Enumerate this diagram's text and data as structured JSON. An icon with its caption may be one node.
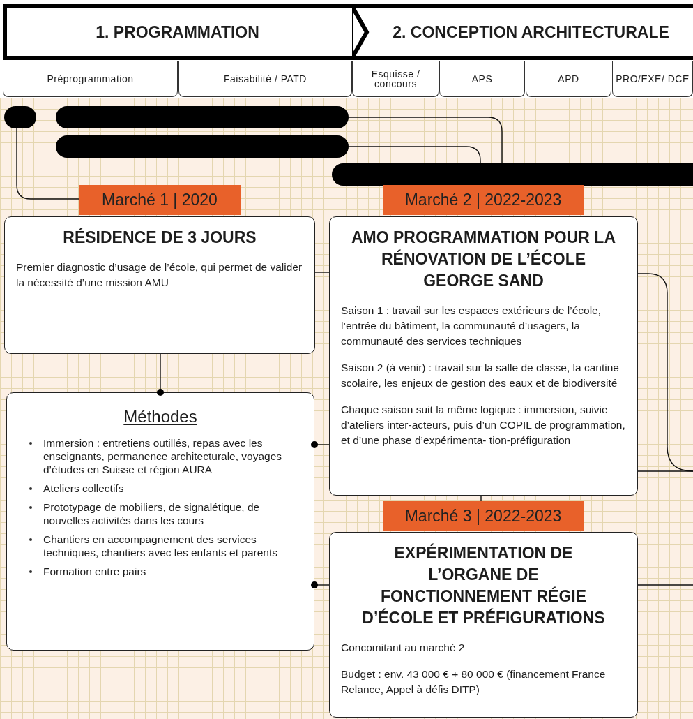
{
  "diagram": {
    "nodes": [
      {
        "text": [
          "1. PROGRAMMATION"
        ]
      },
      {
        "text": [
          "2. CONCEPTION ARCHITECTURALE"
        ]
      },
      {
        "text": [
          "Préprogrammation"
        ]
      },
      {
        "text": [
          "Faisabilité / PATD"
        ]
      },
      {
        "text": [
          "Esquisse / concours"
        ]
      },
      {
        "text": [
          "APS"
        ]
      },
      {
        "text": [
          "APD"
        ]
      },
      {
        "text": [
          "PRO/EXE/ DCE"
        ]
      },
      {
        "text": [],
        "shape": "bar"
      },
      {
        "text": [],
        "shape": "bar"
      },
      {
        "text": [],
        "shape": "bar"
      },
      {
        "text": [],
        "shape": "bar"
      },
      {
        "text": [
          "Marché 1 | 2020"
        ]
      },
      {
        "text": [
          "RÉSIDENCE DE 3 JOURS",
          "Premier diagnostic d’usage de l’école, qui permet de valider la nécessité d’une mission AMU"
        ]
      },
      {
        "text": [
          "Marché 2 | 2022-2023"
        ]
      },
      {
        "text": [
          "AMO PROGRAMMATION POUR LA RÉNOVATION DE L’ÉCOLE GEORGE SAND",
          "Saison 1 : travail sur les espaces extérieurs de l’école, l’entrée du bâtiment, la communauté d’usagers, la communauté des services techniques",
          "Saison 2 (à venir) : travail sur la salle de classe, la cantine scolaire, les enjeux de gestion des eaux et de biodiversité",
          "Chaque saison suit la même logique : immersion, suivie d’ateliers inter-acteurs, puis d’un COPIL de programmation, et d’une phase d’expérimenta- tion-préfiguration"
        ]
      },
      {
        "text": [
          "Méthodes",
          "Immersion : entretiens outillés, repas avec les enseignants, permanence architecturale, voyages d’études en Suisse et région AURA",
          "Ateliers collectifs",
          "Prototypage de mobiliers, de signalétique, de nouvelles activités dans les cours",
          "Chantiers en accompagnement des services techniques, chantiers avec les enfants et parents",
          "Formation entre pairs"
        ]
      },
      {
        "text": [
          "Marché 3 | 2022-2023"
        ]
      },
      {
        "text": [
          "EXPÉRIMENTATION DE L’ORGANE DE FONCTIONNEMENT RÉGIE D’ÉCOLE ET PRÉFIGURATIONS",
          "Concomitant au marché 2",
          "Budget : env. 43 000 € + 80 000 € (financement France Relance, Appel à défis DITP)"
        ]
      }
    ],
    "edges": [
      {
        "from": 8,
        "to": 12,
        "arrow": "none"
      },
      {
        "from": 9,
        "to": 11,
        "arrow": "none"
      },
      {
        "from": 10,
        "to": 11,
        "arrow": "none"
      },
      {
        "from": 13,
        "to": 15,
        "arrow": "none"
      },
      {
        "from": 13,
        "to": 16,
        "arrow": "other"
      },
      {
        "from": 15,
        "to": 16,
        "arrow": "other"
      },
      {
        "from": 15,
        "to": 17,
        "arrow": "none"
      },
      {
        "from": 18,
        "to": 16,
        "arrow": "other"
      },
      {
        "from": 15,
        "to": null,
        "arrow": "none"
      },
      {
        "from": 15,
        "to": null,
        "arrow": "none"
      },
      {
        "from": 18,
        "to": null,
        "arrow": "none"
      }
    ]
  }
}
